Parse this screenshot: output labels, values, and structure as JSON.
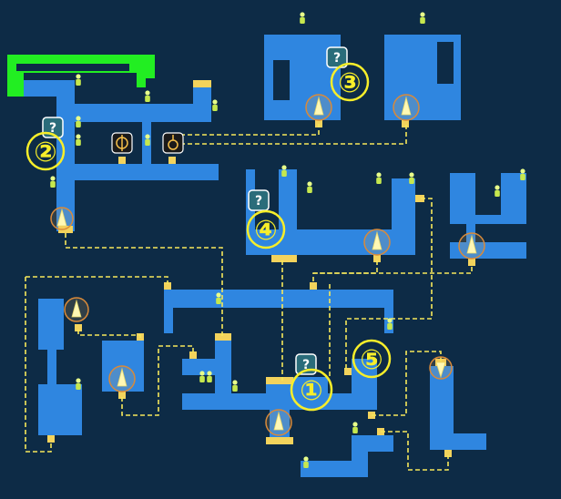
{
  "map": {
    "markers": [
      {
        "id": "1",
        "label": "①"
      },
      {
        "id": "2",
        "label": "②"
      },
      {
        "id": "3",
        "label": "③"
      },
      {
        "id": "4",
        "label": "④"
      },
      {
        "id": "5",
        "label": "⑤"
      }
    ],
    "quest_label": "?",
    "colors": {
      "background": "#0d2b46",
      "room": "#2f86e0",
      "door": "#f3d35c",
      "path": "#f6e85a",
      "marker": "#f7ee2a",
      "current_area": "#22ee22"
    }
  }
}
